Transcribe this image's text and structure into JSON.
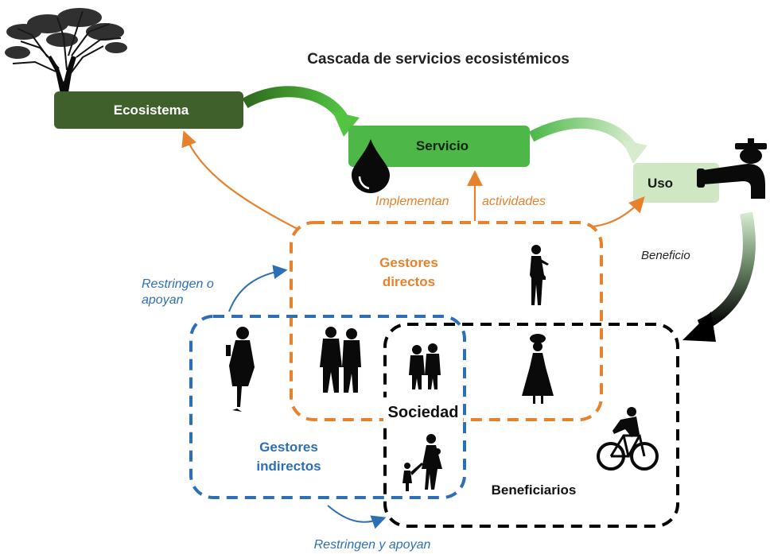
{
  "title": "Cascada de servicios ecosistémicos",
  "nodes": {
    "ecosistema": "Ecosistema",
    "servicio": "Servicio",
    "uso": "Uso"
  },
  "labels": {
    "implementan": "Implementan",
    "actividades": "actividades",
    "beneficio": "Beneficio",
    "restringen_o_line1": "Restringen o",
    "restringen_o_line2": "apoyan",
    "restringen_y_apoyan": "Restringen y apoyan"
  },
  "groups": {
    "gestores_directos_line1": "Gestores",
    "gestores_directos_line2": "directos",
    "gestores_indirectos_line1": "Gestores",
    "gestores_indirectos_line2": "indirectos",
    "sociedad": "Sociedad",
    "beneficiarios": "Beneficiarios"
  },
  "colors": {
    "ecosistema": "#3f5f2b",
    "servicio": "#4db848",
    "uso": "#cfe8c3",
    "gestores_directos": "#e8812c",
    "gestores_indirectos": "#2d6fb6",
    "beneficiarios": "#000000"
  },
  "icons": [
    "tree-icon",
    "water-drop-icon",
    "faucet-icon",
    "person-silhouette-icon",
    "bicycle-icon"
  ]
}
